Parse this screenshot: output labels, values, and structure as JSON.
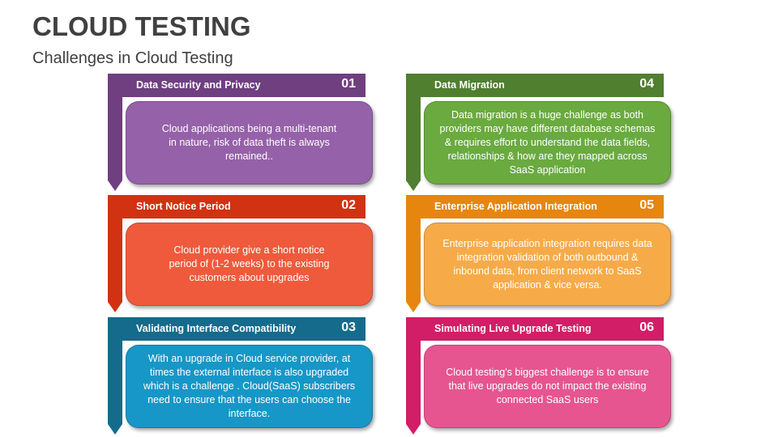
{
  "header": {
    "title": "CLOUD TESTING",
    "subtitle": "Challenges in Cloud Testing"
  },
  "cards": [
    {
      "number": "01",
      "title": "Data Security and Privacy",
      "text": "Cloud applications being a multi-tenant in nature, risk of data theft is always remained..",
      "dark_color": "#6f3f80",
      "light_color": "#9561a8"
    },
    {
      "number": "02",
      "title": "Short Notice Period",
      "text": "Cloud provider give a short notice period of (1-2 weeks) to the existing customers about upgrades",
      "dark_color": "#d13211",
      "light_color": "#ef5a3c"
    },
    {
      "number": "03",
      "title": "Validating Interface Compatibility",
      "text": "With an upgrade in Cloud service provider, at times the external interface is also upgraded which is a challenge . Cloud(SaaS) subscribers need to ensure that the users can choose the interface.",
      "dark_color": "#156b8c",
      "light_color": "#1797c7"
    },
    {
      "number": "04",
      "title": "Data Migration",
      "text": "Data migration is a huge challenge as both providers may have different database schemas & requires effort to understand the data fields, relationships & how are they mapped across SaaS application",
      "dark_color": "#4f7f2f",
      "light_color": "#6aaa3f"
    },
    {
      "number": "05",
      "title": "Enterprise Application Integration",
      "text": "Enterprise application integration requires data integration validation of both outbound & inbound data, from client network to SaaS application & vice versa.",
      "dark_color": "#e6860e",
      "light_color": "#f6ab48"
    },
    {
      "number": "06",
      "title": "Simulating Live Upgrade Testing",
      "text": "Cloud testing's biggest challenge is to ensure that live upgrades do not impact the existing connected SaaS users",
      "dark_color": "#d21e66",
      "light_color": "#e65590"
    }
  ]
}
